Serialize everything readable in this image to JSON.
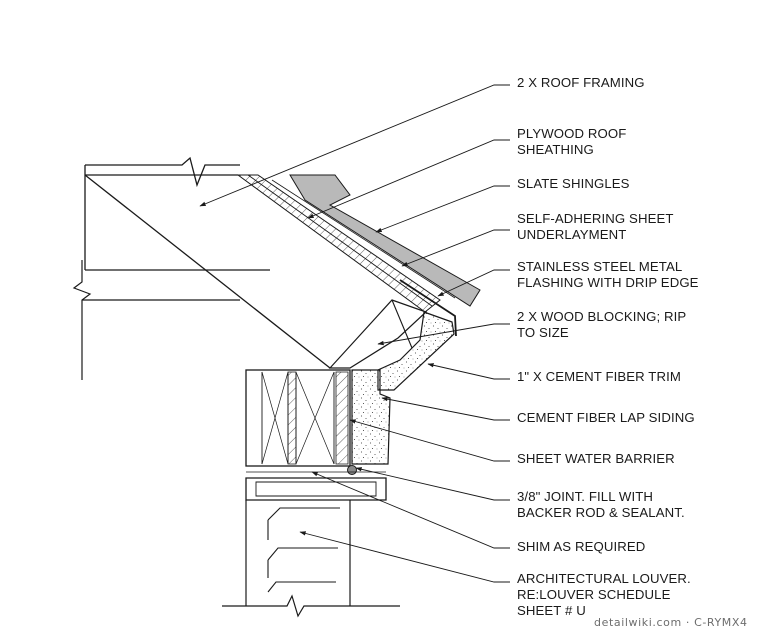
{
  "labels": [
    {
      "id": "roof-framing",
      "lines": [
        "2 X ROOF FRAMING"
      ]
    },
    {
      "id": "plywood-sheathing",
      "lines": [
        "PLYWOOD ROOF",
        "SHEATHING"
      ]
    },
    {
      "id": "slate-shingles",
      "lines": [
        "SLATE SHINGLES"
      ]
    },
    {
      "id": "self-adhering-underlayment",
      "lines": [
        "SELF-ADHERING SHEET",
        "UNDERLAYMENT"
      ]
    },
    {
      "id": "stainless-flashing",
      "lines": [
        "STAINLESS STEEL METAL",
        "FLASHING WITH DRIP EDGE"
      ]
    },
    {
      "id": "wood-blocking",
      "lines": [
        "2 X WOOD BLOCKING; RIP",
        "TO SIZE"
      ]
    },
    {
      "id": "cement-fiber-trim",
      "lines": [
        "1\" X CEMENT FIBER TRIM"
      ]
    },
    {
      "id": "cement-fiber-siding",
      "lines": [
        "CEMENT FIBER LAP SIDING"
      ]
    },
    {
      "id": "sheet-water-barrier",
      "lines": [
        "SHEET WATER BARRIER"
      ]
    },
    {
      "id": "joint-backer-rod",
      "lines": [
        "3/8\" JOINT. FILL WITH",
        "BACKER ROD & SEALANT."
      ]
    },
    {
      "id": "shim",
      "lines": [
        "SHIM AS REQUIRED"
      ]
    },
    {
      "id": "architectural-louver",
      "lines": [
        "ARCHITECTURAL LOUVER.",
        "RE:LOUVER SCHEDULE",
        "SHEET # U"
      ]
    }
  ],
  "watermark": "detailwiki.com · C-RYMX4",
  "colors": {
    "ink": "#1a1a1a",
    "slate": "#b9b9b9",
    "background": "#ffffff",
    "watermark": "#6d6d6d"
  }
}
